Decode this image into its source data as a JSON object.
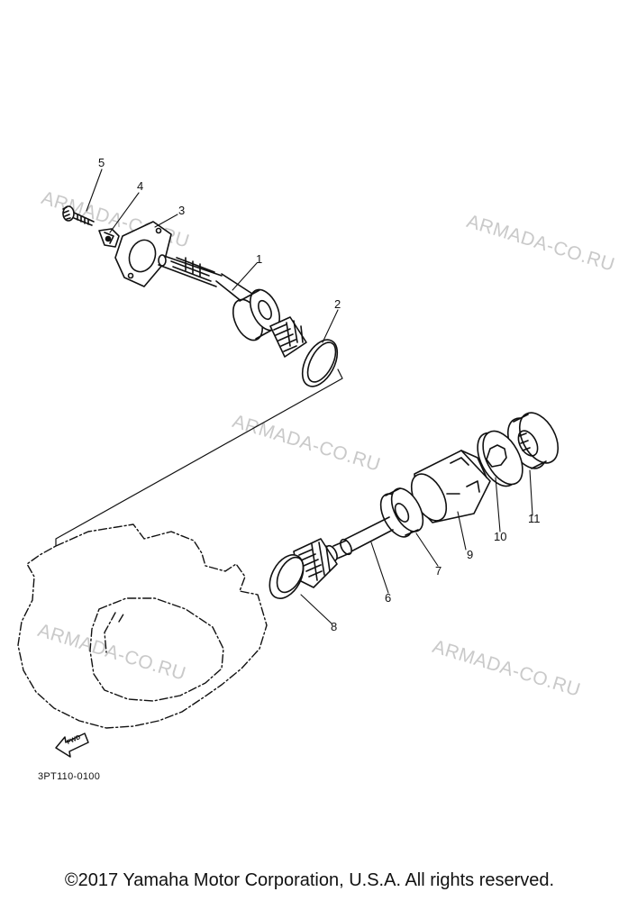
{
  "watermark": "ARMADA-CO.RU",
  "callouts": [
    "1",
    "2",
    "3",
    "4",
    "5",
    "6",
    "7",
    "8",
    "9",
    "10",
    "11"
  ],
  "fwd_label": "FWD",
  "diagram_code": "3PT110-0100",
  "copyright": "©2017 Yamaha Motor Corporation, U.S.A. All rights reserved."
}
